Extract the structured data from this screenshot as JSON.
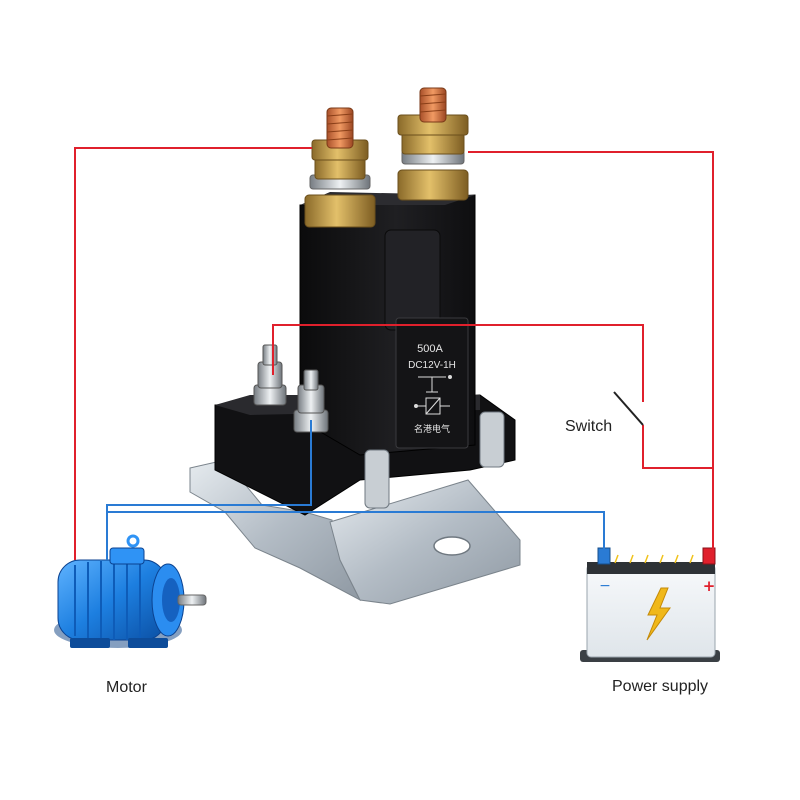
{
  "labels": {
    "motor": "Motor",
    "power_supply": "Power supply",
    "switch": "Switch"
  },
  "relay": {
    "rating": "500A",
    "model": "DC12V-1H",
    "brand": "名港电气"
  },
  "battery": {
    "negative": "−",
    "positive": "+"
  },
  "colors": {
    "positive_wire": "#e0202c",
    "negative_wire": "#2a7bd4",
    "relay_body": "#141416",
    "motor_body": "#1d7fe0",
    "copper_terminal": "#d9773e",
    "brass_nut": "#c9a04a",
    "bracket": "#b9c1c9",
    "bolt_accent": "#f0c21a"
  },
  "icons": {
    "motor": "electric-motor-icon",
    "battery": "battery-icon",
    "bolt": "lightning-bolt-icon",
    "switch": "switch-symbol-icon"
  }
}
